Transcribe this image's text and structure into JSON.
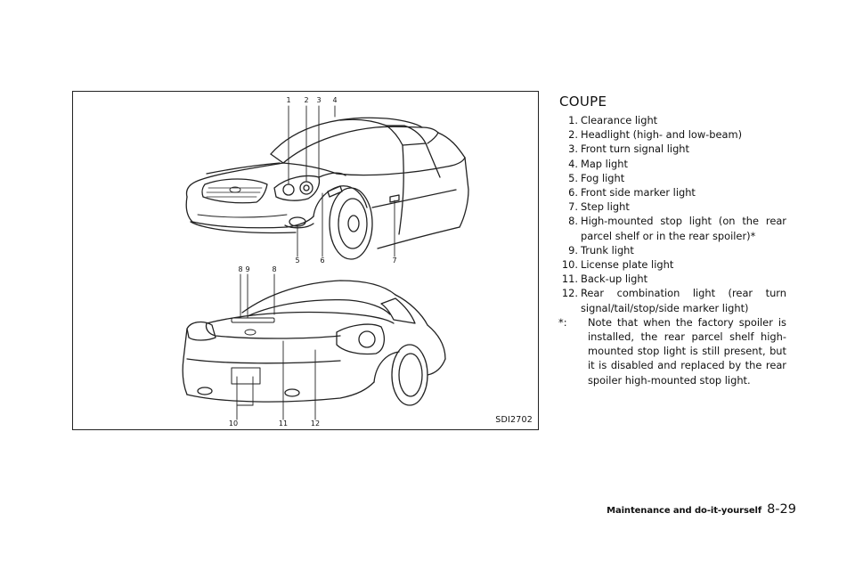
{
  "figure": {
    "code": "SDI2702",
    "callouts": [
      "1",
      "2",
      "3",
      "4",
      "5",
      "6",
      "7",
      "8",
      "9",
      "8",
      "10",
      "11",
      "12"
    ]
  },
  "section": {
    "title": "COUPE",
    "items": [
      {
        "num": "1.",
        "text": "Clearance light"
      },
      {
        "num": "2.",
        "text": "Headlight (high- and low-beam)"
      },
      {
        "num": "3.",
        "text": "Front turn signal light"
      },
      {
        "num": "4.",
        "text": "Map light"
      },
      {
        "num": "5.",
        "text": "Fog light"
      },
      {
        "num": "6.",
        "text": "Front side marker light"
      },
      {
        "num": "7.",
        "text": "Step light"
      },
      {
        "num": "8.",
        "text": "High-mounted stop light (on the rear parcel shelf or in the rear spoiler)*"
      },
      {
        "num": "9.",
        "text": "Trunk light"
      },
      {
        "num": "10.",
        "text": "License plate light"
      },
      {
        "num": "11.",
        "text": "Back-up light"
      },
      {
        "num": "12.",
        "text": "Rear combination light (rear turn signal/tail/stop/side marker light)"
      }
    ],
    "note": {
      "num": "*:",
      "text": "Note that when the factory spoiler is installed, the rear parcel shelf high-mounted stop light is still present, but it is disabled and replaced by the rear spoiler high-mounted stop light."
    }
  },
  "footer": {
    "section": "Maintenance and do-it-yourself",
    "page": "8-29"
  }
}
